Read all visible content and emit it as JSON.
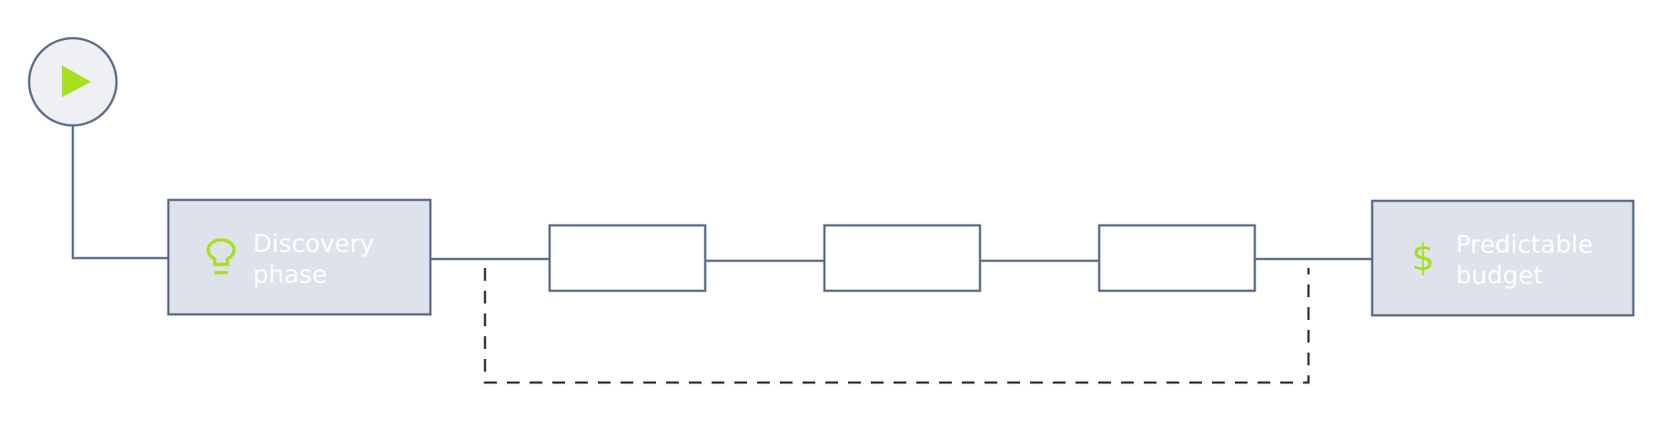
{
  "diagram": {
    "start_node": {
      "icon": "play-icon"
    },
    "discovery": {
      "icon": "lightbulb-icon",
      "label_line1": "Discovery",
      "label_line2": "phase"
    },
    "steps": [
      {
        "label": ""
      },
      {
        "label": ""
      },
      {
        "label": ""
      }
    ],
    "budget": {
      "icon": "dollar-icon",
      "label_line1": "Predictable",
      "label_line2": "budget"
    },
    "loop": {
      "style": "dashed"
    }
  },
  "colors": {
    "accent": "#a6e01f",
    "stroke": "#5b6b86",
    "node_fill": "#dee2ea",
    "circle_fill": "#eef0f4",
    "dash": "#333333",
    "label_text": "#ffffff"
  }
}
